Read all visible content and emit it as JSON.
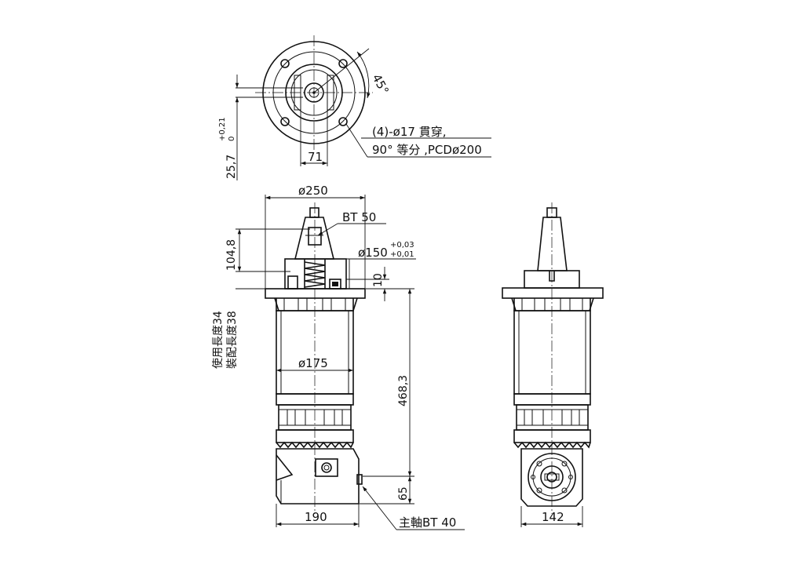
{
  "drawing": {
    "top_view": {
      "angle_label": "45°",
      "hole_note_line1": "(4)-ø17 貫穿,",
      "hole_note_line2": "90° 等分 ,PCDø200",
      "dim_71": "71",
      "dim_25_7": "25,7",
      "dim_25_7_tol_upper": "+0,21",
      "dim_25_7_tol_lower": "0"
    },
    "front_view": {
      "dim_250": "ø250",
      "bt50_label": "BT  50",
      "dim_150": "ø150",
      "dim_150_tol_upper": "+0,03",
      "dim_150_tol_lower": "+0,01",
      "dim_104_8": "104,8",
      "dim_10": "10",
      "dim_175": "ø175",
      "dim_468_3": "468,3",
      "dim_65": "65",
      "dim_190": "190",
      "spindle_label": "主軸BT  40",
      "usage_length": "使用長度34",
      "assembly_length": "裝配長度38"
    },
    "side_view": {
      "dim_142": "142"
    }
  }
}
